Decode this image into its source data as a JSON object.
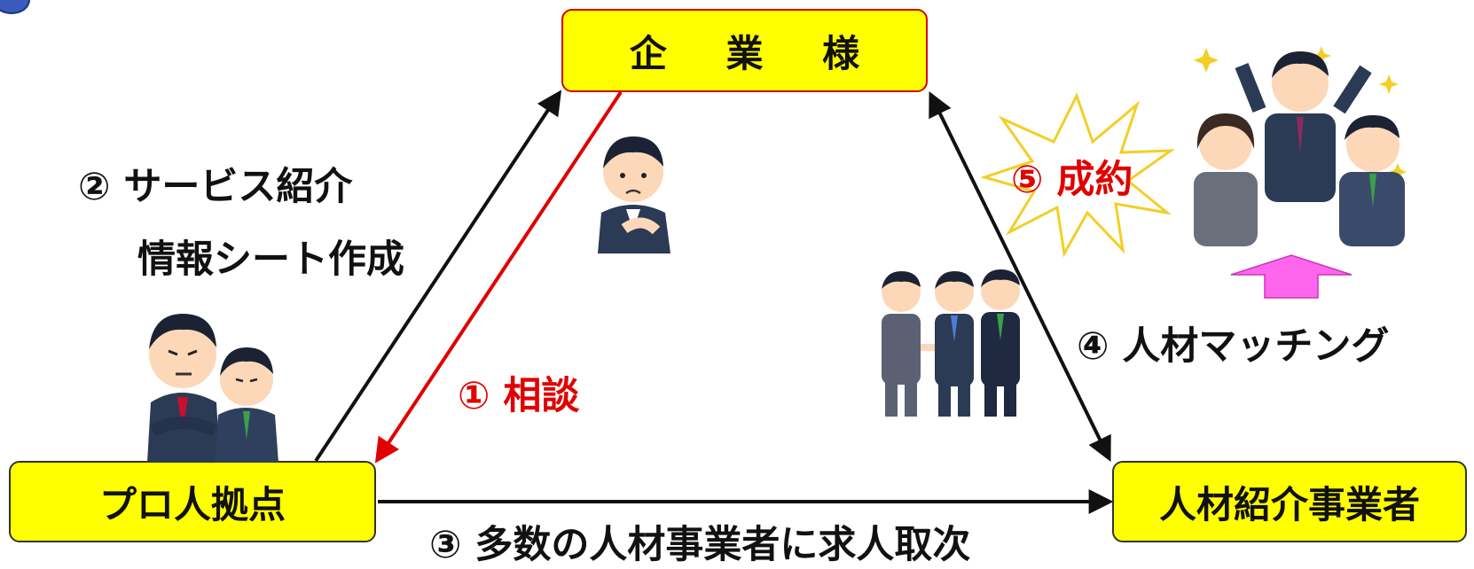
{
  "nodes": {
    "company": "企 業 様",
    "pro_base": "プロ人拠点",
    "agency": "人材紹介事業者"
  },
  "steps": {
    "step1": "① 相談",
    "step2_line1": "② サービス紹介",
    "step2_line2": "情報シート作成",
    "step3": "③ 多数の人材事業者に求人取次",
    "step4": "④ 人材マッチング",
    "step5": "⑤ 成約"
  },
  "colors": {
    "node_fill": "#ffff00",
    "consult_arrow": "#e00000",
    "arrow": "#111111",
    "burst": "#f2cf26",
    "up_arrow": "#ff66ee"
  }
}
